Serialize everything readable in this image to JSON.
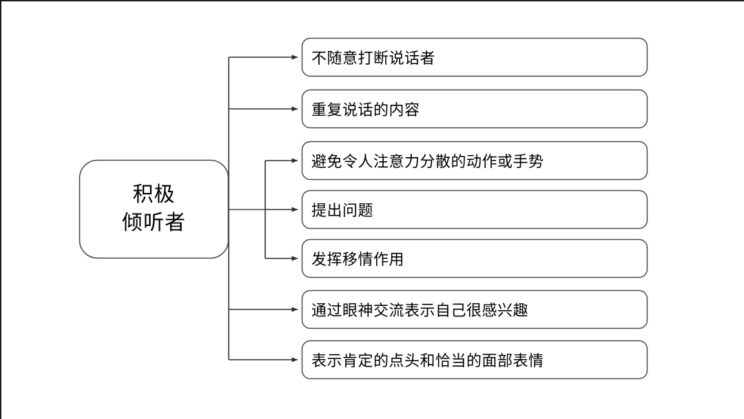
{
  "diagram": {
    "type": "mind-map",
    "background_color": "#ffffff",
    "line_color": "#3a3a3a",
    "text_color": "#000000",
    "root": {
      "lines": [
        "积极",
        "倾听者"
      ],
      "text": "积极倾听者"
    },
    "children": [
      {
        "id": 1,
        "label": "不随意打断说话者"
      },
      {
        "id": 2,
        "label": "重复说话的内容"
      },
      {
        "id": 3,
        "label": "避免令人注意力分散的动作或手势"
      },
      {
        "id": 4,
        "label": "提出问题"
      },
      {
        "id": 5,
        "label": "发挥移情作用"
      },
      {
        "id": 6,
        "label": "通过眼神交流表示自己很感兴趣"
      },
      {
        "id": 7,
        "label": "表示肯定的点头和恰当的面部表情"
      }
    ]
  }
}
